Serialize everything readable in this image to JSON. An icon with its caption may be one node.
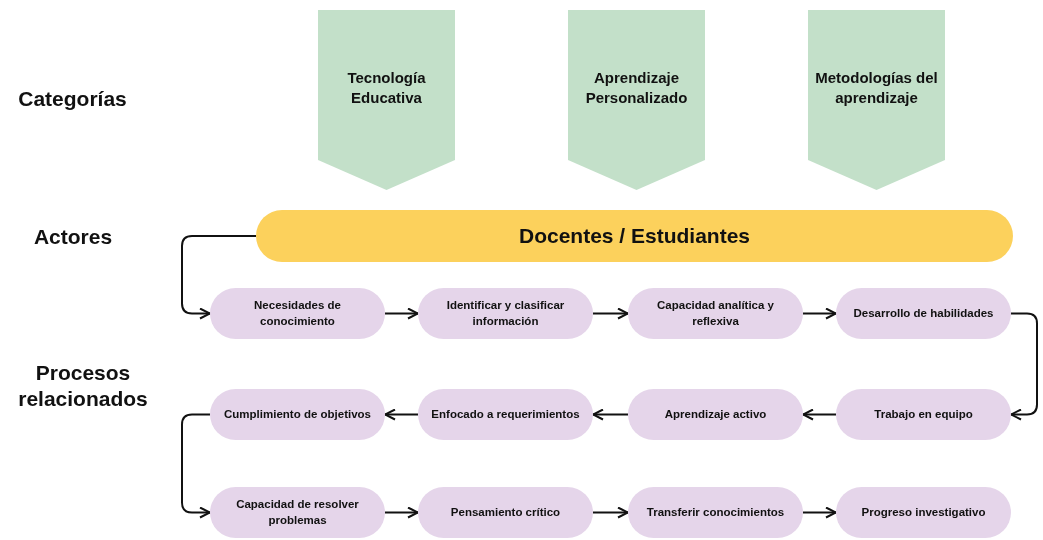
{
  "diagram": {
    "nodes": [
      {
        "text": [
          "Tecnología Educativa"
        ]
      },
      {
        "text": [
          "Aprendizaje Personalizado"
        ]
      },
      {
        "text": [
          "Metodologías del aprendizaje"
        ]
      },
      {
        "text": [
          "Docentes / Estudiantes"
        ]
      },
      {
        "text": [
          "Necesidades de conocimiento"
        ]
      },
      {
        "text": [
          "Identificar y clasificar información"
        ]
      },
      {
        "text": [
          "Capacidad analítica y reflexiva"
        ]
      },
      {
        "text": [
          "Desarrollo de habilidades"
        ]
      },
      {
        "text": [
          "Cumplimiento de objetivos"
        ]
      },
      {
        "text": [
          "Enfocado a requerimientos"
        ]
      },
      {
        "text": [
          "Aprendizaje activo"
        ]
      },
      {
        "text": [
          "Trabajo en equipo"
        ]
      },
      {
        "text": [
          "Capacidad de resolver problemas"
        ]
      },
      {
        "text": [
          "Pensamiento crítico"
        ]
      },
      {
        "text": [
          "Transferir conocimientos"
        ]
      },
      {
        "text": [
          "Progreso investigativo"
        ]
      }
    ],
    "edges": [
      {
        "from": 3,
        "to": 4,
        "arrow": "to"
      },
      {
        "from": 4,
        "to": 5,
        "arrow": "to"
      },
      {
        "from": 5,
        "to": 6,
        "arrow": "to"
      },
      {
        "from": 6,
        "to": 7,
        "arrow": "to"
      },
      {
        "from": 7,
        "to": 11,
        "arrow": "to"
      },
      {
        "from": 11,
        "to": 10,
        "arrow": "to"
      },
      {
        "from": 10,
        "to": 9,
        "arrow": "to"
      },
      {
        "from": 9,
        "to": 8,
        "arrow": "to"
      },
      {
        "from": 8,
        "to": 12,
        "arrow": "to"
      },
      {
        "from": 12,
        "to": 13,
        "arrow": "to"
      },
      {
        "from": 13,
        "to": 14,
        "arrow": "to"
      },
      {
        "from": 14,
        "to": 15,
        "arrow": "to"
      }
    ],
    "labels": [
      "Categorías",
      "Actores",
      "Procesos relacionados"
    ]
  }
}
